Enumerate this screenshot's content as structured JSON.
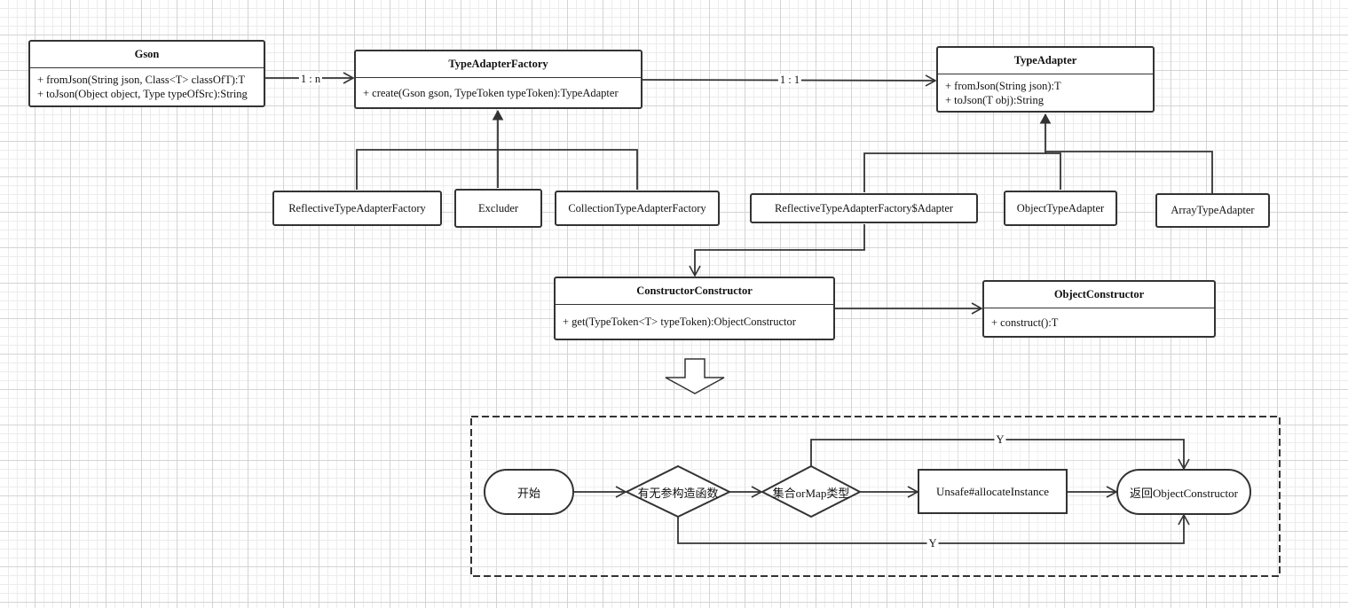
{
  "classes": {
    "gson": {
      "name": "Gson",
      "members": [
        "+ fromJson(String json, Class<T> classOfT):T",
        "+ toJson(Object object, Type typeOfSrc):String"
      ]
    },
    "type_adapter_factory": {
      "name": "TypeAdapterFactory",
      "members": [
        "+ create(Gson gson, TypeToken typeToken):TypeAdapter"
      ]
    },
    "type_adapter": {
      "name": "TypeAdapter",
      "members": [
        "+ fromJson(String json):T",
        "+ toJson(T obj):String"
      ]
    },
    "constructor_constructor": {
      "name": "ConstructorConstructor",
      "members": [
        "+ get(TypeToken<T> typeToken):ObjectConstructor"
      ]
    },
    "object_constructor": {
      "name": "ObjectConstructor",
      "members": [
        "+ construct():T"
      ]
    }
  },
  "implementations": {
    "reflective_factory": "ReflectiveTypeAdapterFactory",
    "excluder": "Excluder",
    "collection_factory": "CollectionTypeAdapterFactory",
    "reflective_adapter": "ReflectiveTypeAdapterFactory$Adapter",
    "object_type_adapter": "ObjectTypeAdapter",
    "array_type_adapter": "ArrayTypeAdapter"
  },
  "multiplicities": {
    "gson_to_factory": "1 : n",
    "factory_to_adapter": "1 : 1"
  },
  "flowchart": {
    "start": "开始",
    "decision_no_arg_ctor": "有无参构造函数",
    "decision_collection_map": "集合orMap类型",
    "unsafe_step": "Unsafe#allocateInstance",
    "end": "返回ObjectConstructor",
    "yes_label_top": "Y",
    "yes_label_bottom": "Y"
  }
}
